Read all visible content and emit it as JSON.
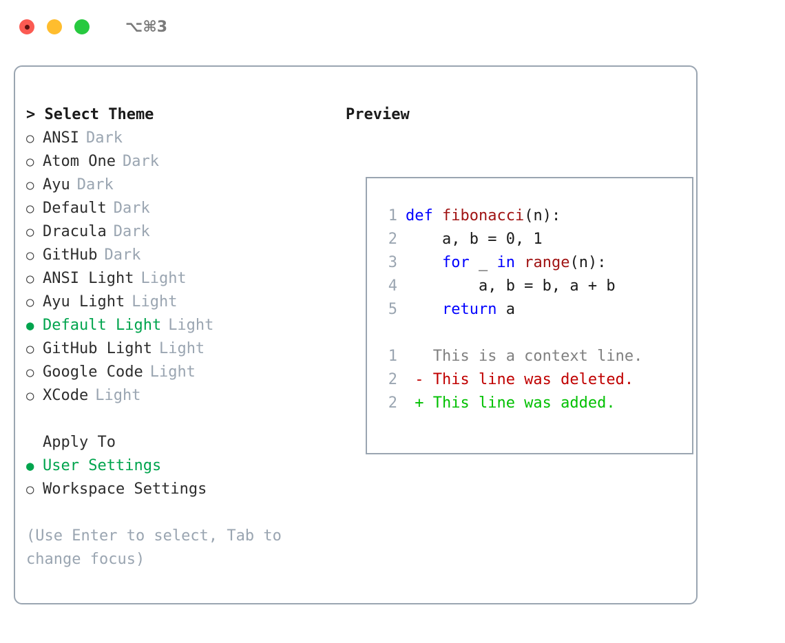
{
  "titlebar": {
    "dots": [
      {
        "name": "close-button",
        "color": "#fb5a52"
      },
      {
        "name": "minimize-button",
        "color": "#ffbd2e"
      },
      {
        "name": "maximize-button",
        "color": "#27c93f"
      }
    ],
    "shortcut": "⌥⌘3"
  },
  "colors": {
    "accent_green": "#00a44d",
    "muted": "#9aa5b1",
    "border": "#9aa5b1",
    "keyword_blue": "#0000ff",
    "function_red": "#a01313",
    "diff_deleted": "#c00000",
    "diff_added": "#00c000",
    "diff_context": "#808080"
  },
  "left": {
    "header": "> Select Theme",
    "themes": [
      {
        "marker": "○",
        "label": "ANSI",
        "suffix": "Dark",
        "selected": false
      },
      {
        "marker": "○",
        "label": "Atom One",
        "suffix": "Dark",
        "selected": false
      },
      {
        "marker": "○",
        "label": "Ayu",
        "suffix": "Dark",
        "selected": false
      },
      {
        "marker": "○",
        "label": "Default",
        "suffix": "Dark",
        "selected": false
      },
      {
        "marker": "○",
        "label": "Dracula",
        "suffix": "Dark",
        "selected": false
      },
      {
        "marker": "○",
        "label": "GitHub",
        "suffix": "Dark",
        "selected": false
      },
      {
        "marker": "○",
        "label": "ANSI Light",
        "suffix": "Light",
        "selected": false
      },
      {
        "marker": "○",
        "label": "Ayu Light",
        "suffix": "Light",
        "selected": false
      },
      {
        "marker": "●",
        "label": "Default Light",
        "suffix": "Light",
        "selected": true
      },
      {
        "marker": "○",
        "label": "GitHub Light",
        "suffix": "Light",
        "selected": false
      },
      {
        "marker": "○",
        "label": "Google Code",
        "suffix": "Light",
        "selected": false
      },
      {
        "marker": "○",
        "label": "XCode",
        "suffix": "Light",
        "selected": false
      }
    ],
    "apply_to": {
      "title": "Apply To",
      "options": [
        {
          "marker": "●",
          "label": "User Settings",
          "selected": true
        },
        {
          "marker": "○",
          "label": "Workspace Settings",
          "selected": false
        }
      ]
    },
    "hint": "(Use Enter to select, Tab to change focus)"
  },
  "right": {
    "header": "Preview",
    "code_lines": [
      {
        "no": "1",
        "tokens": [
          {
            "t": "def ",
            "c": "kw"
          },
          {
            "t": "fibonacci",
            "c": "fn"
          },
          {
            "t": "(n):",
            "c": "txt"
          }
        ]
      },
      {
        "no": "2",
        "tokens": [
          {
            "t": "    a, b = 0, 1",
            "c": "txt"
          }
        ]
      },
      {
        "no": "3",
        "tokens": [
          {
            "t": "    ",
            "c": "txt"
          },
          {
            "t": "for",
            "c": "kw"
          },
          {
            "t": " _ ",
            "c": "txt"
          },
          {
            "t": "in",
            "c": "kw"
          },
          {
            "t": " ",
            "c": "txt"
          },
          {
            "t": "range",
            "c": "fn"
          },
          {
            "t": "(n):",
            "c": "txt"
          }
        ]
      },
      {
        "no": "4",
        "tokens": [
          {
            "t": "        a, b = b, a + b",
            "c": "txt"
          }
        ]
      },
      {
        "no": "5",
        "tokens": [
          {
            "t": "    ",
            "c": "txt"
          },
          {
            "t": "return",
            "c": "kw"
          },
          {
            "t": " a",
            "c": "txt"
          }
        ]
      }
    ],
    "diff_lines": [
      {
        "no": "1",
        "tokens": [
          {
            "t": "   This is a context line.",
            "c": "ctx"
          }
        ]
      },
      {
        "no": "2",
        "tokens": [
          {
            "t": " - This line was deleted.",
            "c": "del"
          }
        ]
      },
      {
        "no": "2",
        "tokens": [
          {
            "t": " + This line was added.",
            "c": "add"
          }
        ]
      }
    ]
  }
}
